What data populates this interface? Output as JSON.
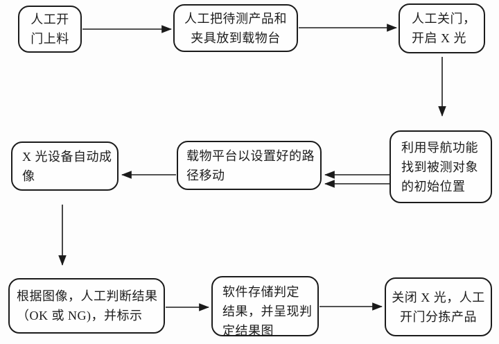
{
  "diagram": {
    "description_type": "flowchart",
    "nodes": [
      {
        "id": "open-door-load",
        "text": "人工开\n门上料"
      },
      {
        "id": "place-product-fixture",
        "text": "人工把待测产品和\n夹具放到载物台"
      },
      {
        "id": "close-door-start-xray",
        "text": "人工关门，\n开启 X 光"
      },
      {
        "id": "navigate-initial-position",
        "text": "利用导航功能\n找到被测对象\n的初始位置"
      },
      {
        "id": "stage-move-set-path",
        "text": "载物平台以设置好的路\n径移动"
      },
      {
        "id": "xray-auto-imaging",
        "text": "X 光设备自动成\n像"
      },
      {
        "id": "manual-judge-result",
        "text": "根据图像，人工判断结果\n（OK 或 NG)，并标示"
      },
      {
        "id": "software-store-result",
        "text": "软件存储判定\n结果，并呈现判\n定结果图"
      },
      {
        "id": "close-xray-sort-product",
        "text": "关闭 X 光，人工\n开门分拣产品"
      }
    ],
    "connections": [
      {
        "from": "open-door-load",
        "to": "place-product-fixture",
        "style": "single"
      },
      {
        "from": "place-product-fixture",
        "to": "close-door-start-xray",
        "style": "single"
      },
      {
        "from": "close-door-start-xray",
        "to": "navigate-initial-position",
        "style": "single"
      },
      {
        "from": "navigate-initial-position",
        "to": "stage-move-set-path",
        "style": "double"
      },
      {
        "from": "stage-move-set-path",
        "to": "xray-auto-imaging",
        "style": "single"
      },
      {
        "from": "xray-auto-imaging",
        "to": "manual-judge-result",
        "style": "single"
      },
      {
        "from": "manual-judge-result",
        "to": "software-store-result",
        "style": "single"
      },
      {
        "from": "software-store-result",
        "to": "close-xray-sort-product",
        "style": "single"
      }
    ],
    "colors": {
      "background": "#fdfdfd",
      "node_fill": "#fefefe",
      "node_border": "#1b1b1b",
      "line": "#1a1a1a",
      "text": "#1c1c1c"
    }
  }
}
